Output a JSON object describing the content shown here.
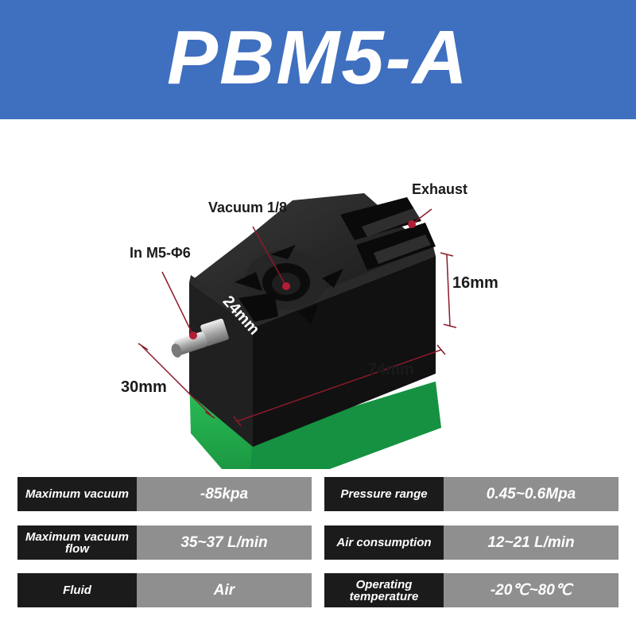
{
  "title": "PBM5-A",
  "callouts": {
    "exhaust": "Exhaust",
    "vacuum": "Vacuum 1/8",
    "inlet": "In M5-Φ6"
  },
  "dimensions": {
    "height": "16mm",
    "width": "30mm",
    "length": "74mm",
    "port": "24mm"
  },
  "colors": {
    "banner": "#3f6fbf",
    "body": "#1c1c1c",
    "base": "#1fa84a",
    "callout_line": "#8b1a2b"
  },
  "specs": [
    {
      "label": "Maximum vacuum",
      "value": "-85kpa"
    },
    {
      "label": "Pressure range",
      "value": "0.45~0.6Mpa"
    },
    {
      "label": "Maximum vacuum flow",
      "value": "35~37 L/min"
    },
    {
      "label": "Air consumption",
      "value": "12~21 L/min"
    },
    {
      "label": "Fluid",
      "value": "Air"
    },
    {
      "label": "Operating temperature",
      "value": "-20℃~80℃"
    }
  ]
}
